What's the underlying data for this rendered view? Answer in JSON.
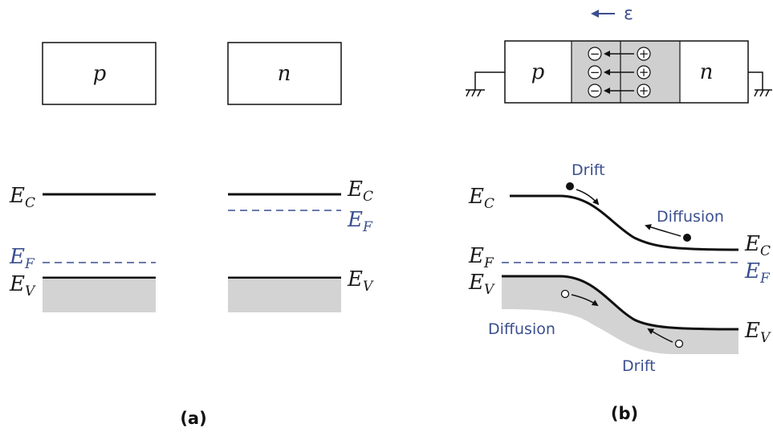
{
  "panel_a": {
    "caption": "(a)",
    "p_label": "p",
    "n_label": "n",
    "left": {
      "ec": "E",
      "ec_sub": "C",
      "ef": "E",
      "ef_sub": "F",
      "ev": "E",
      "ev_sub": "V"
    },
    "right": {
      "ec": "E",
      "ec_sub": "C",
      "ef": "E",
      "ef_sub": "F",
      "ev": "E",
      "ev_sub": "V"
    }
  },
  "panel_b": {
    "caption": "(b)",
    "field_label": "ε",
    "p_label": "p",
    "n_label": "n",
    "minus_symbol": "−",
    "plus_symbol": "+",
    "left": {
      "ec": "E",
      "ec_sub": "C",
      "ef": "E",
      "ef_sub": "F",
      "ev": "E",
      "ev_sub": "V"
    },
    "right": {
      "ec": "E",
      "ec_sub": "C",
      "ef": "E",
      "ef_sub": "F",
      "ev": "E",
      "ev_sub": "V"
    },
    "drift_top": "Drift",
    "diffusion_top": "Diffusion",
    "diffusion_bottom": "Diffusion",
    "drift_bottom": "Drift"
  },
  "colors": {
    "line": "#111111",
    "fermi": "#3b4f8f",
    "valence_fill": "#d3d3d3",
    "depletion_fill": "#cfcfcf"
  }
}
